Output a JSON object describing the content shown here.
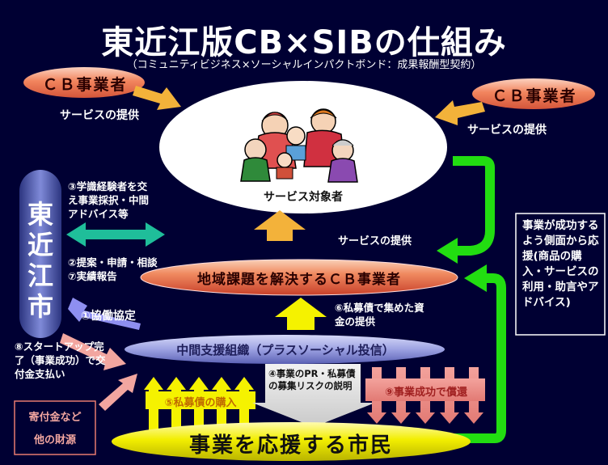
{
  "title": "東近江版CB×SIBの仕組み",
  "subtitle": "（コミュニティビジネス×ソーシャルインパクトボンド：成果報酬型契約）",
  "cb_left": {
    "label": "ＣＢ事業者",
    "service": "サービスの提供"
  },
  "cb_right": {
    "label": "ＣＢ事業者",
    "service": "サービスの提供"
  },
  "target": {
    "label": "サービス対象者"
  },
  "city": {
    "label": "東近江市"
  },
  "city_labels": {
    "advice": "③学識経験者を交え事業採択・中間アドバイス等",
    "proposal": "②提案・申請・相談\n⑦実績報告",
    "agreement": "①協働協定",
    "grant": "⑧スタートアップ完了（事業成功）で交付金支払い"
  },
  "center_service": "サービスの提供",
  "local_cb": {
    "label": "地域課題を解決するＣＢ事業者"
  },
  "funding": "⑥私募債で集めた資金の提供",
  "support_box": "事業が成功するよう側面から応援(商品の購入・サービスの利用・助言やアドバイス)",
  "intermediary": {
    "label": "中間支援組織（プラスソーシャル投信）"
  },
  "purchase": "⑤私募債の購入",
  "pr": "④事業のPR・私募債の募集リスクの説明",
  "redeem": "⑨事業成功で償還",
  "donation": {
    "line1": "寄付金など",
    "line2": "他の財源"
  },
  "citizens": {
    "label": "事業を応援する市民"
  },
  "colors": {
    "background": "#000033",
    "cb_pill": "#f07a55",
    "city_pill": "#5563b8",
    "intermediary_pill": "#9a9fe0",
    "citizens_pill": "#f2f000",
    "green_arrow": "#22dd11",
    "teal_arrow": "#1fbe9a",
    "orange_arrow": "#f3b23a",
    "pink_arrow": "#f2a6a0",
    "yellow_arrow": "#f5f200"
  },
  "icons": [
    "family-illustration"
  ]
}
